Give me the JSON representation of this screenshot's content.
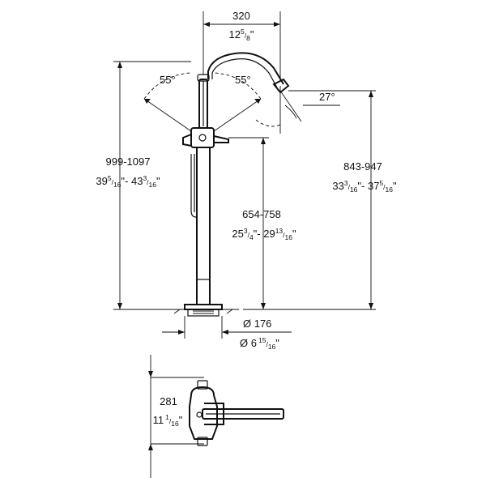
{
  "dimensions": {
    "spout_reach_mm": "320",
    "spout_reach_in_whole": "12",
    "spout_reach_in_num": "5",
    "spout_reach_in_den": "8",
    "spout_reach_in_unit": "\"",
    "angle_left": "55°",
    "angle_right": "55°",
    "spout_angle": "27°",
    "total_height_mm": "999-1097",
    "total_height_in_a_whole": "39",
    "total_height_in_a_num": "5",
    "total_height_in_a_den": "16",
    "total_height_in_sep": "\"- ",
    "total_height_in_b_whole": "43",
    "total_height_in_b_num": "3",
    "total_height_in_b_den": "16",
    "total_height_in_unit": "\"",
    "spout_height_mm": "843-947",
    "spout_height_in_a_whole": "33",
    "spout_height_in_a_num": "3",
    "spout_height_in_a_den": "16",
    "spout_height_in_sep": "\"- ",
    "spout_height_in_b_whole": "37",
    "spout_height_in_b_num": "5",
    "spout_height_in_b_den": "16",
    "spout_height_in_unit": "\"",
    "handshower_height_mm": "654-758",
    "handshower_height_in_a_whole": "25",
    "handshower_height_in_a_num": "3",
    "handshower_height_in_a_den": "4",
    "handshower_height_in_sep": "\"- ",
    "handshower_height_in_b_whole": "29",
    "handshower_height_in_b_num": "13",
    "handshower_height_in_b_den": "16",
    "handshower_height_in_unit": "\"",
    "base_diameter_mm": "Ø 176",
    "base_diameter_in_prefix": "Ø 6",
    "base_diameter_in_num": "15",
    "base_diameter_in_den": "16",
    "base_diameter_in_unit": "\"",
    "plan_depth_mm": "281",
    "plan_depth_in_whole": "11",
    "plan_depth_in_num": "1",
    "plan_depth_in_den": "16",
    "plan_depth_in_unit": "\""
  }
}
